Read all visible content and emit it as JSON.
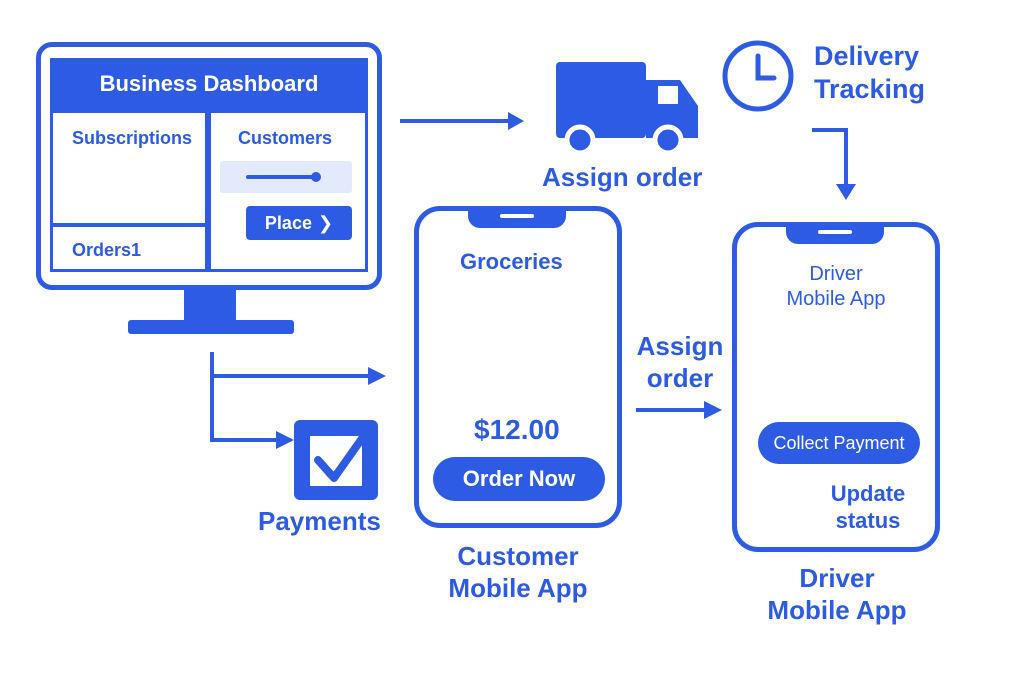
{
  "dashboard": {
    "title": "Business Dashboard",
    "subscriptions_label": "Subscriptions",
    "customers_label": "Customers",
    "orders_label": "Orders1",
    "place_button": "Place"
  },
  "assign_order_top": "Assign order",
  "delivery_tracking": {
    "line1": "Delivery",
    "line2": "Tracking"
  },
  "payments_label": "Payments",
  "customer_app": {
    "product": "Groceries",
    "price": "$12.00",
    "order_button": "Order Now",
    "caption_line1": "Customer",
    "caption_line2": "Mobile App"
  },
  "assign_order_middle": {
    "line1": "Assign",
    "line2": "order"
  },
  "driver_app": {
    "title_line1": "Driver",
    "title_line2": "Mobile App",
    "collect_button": "Collect Payment",
    "update_line1": "Update",
    "update_line2": "status",
    "caption_line1": "Driver",
    "caption_line2": "Mobile App"
  },
  "colors": {
    "primary": "#2d5be3",
    "light": "#e3eafb",
    "background": "#ffffff"
  },
  "icons": [
    "line-chart-icon",
    "truck-icon",
    "clock-icon",
    "checkbox-icon",
    "grocery-bag-icon",
    "carrot-icon",
    "map-pin-icon",
    "check-circle-icon",
    "chevron-right-icon",
    "arrow-icon"
  ]
}
